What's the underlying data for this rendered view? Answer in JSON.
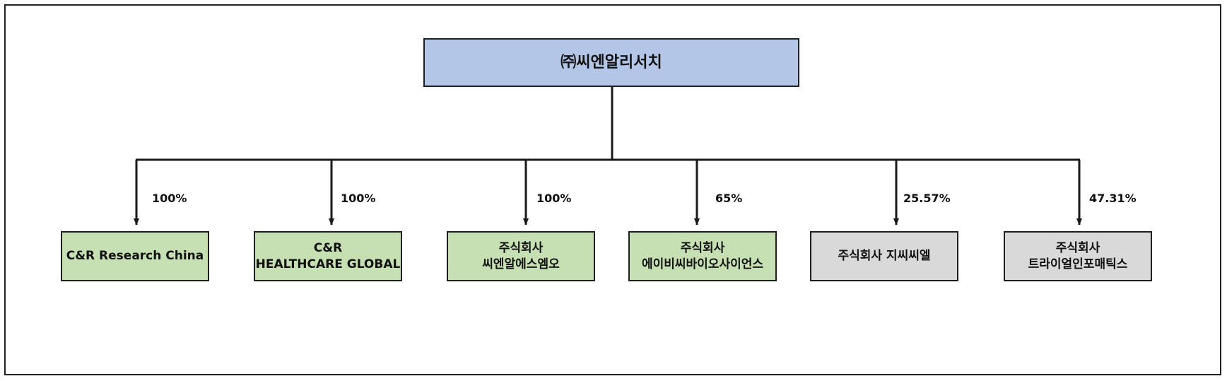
{
  "colors": {
    "root_fill": "#b4c6e7",
    "subsidiary_fill": "#c6e0b4",
    "affiliate_fill": "#d9d9d9",
    "line": "#1a1a1a"
  },
  "root": {
    "label": "㈜씨엔알리서치"
  },
  "subsidiaries": [
    {
      "lines": [
        "C&R Research China"
      ],
      "ownership": "100%",
      "kind": "subsidiary"
    },
    {
      "lines": [
        "C&R",
        "HEALTHCARE GLOBAL"
      ],
      "ownership": "100%",
      "kind": "subsidiary"
    },
    {
      "lines": [
        "주식회사",
        "씨엔알에스엠오"
      ],
      "ownership": "100%",
      "kind": "subsidiary"
    },
    {
      "lines": [
        "주식회사",
        "에이비씨바이오사이언스"
      ],
      "ownership": "65%",
      "kind": "subsidiary"
    },
    {
      "lines": [
        "주식회사 지씨씨엘"
      ],
      "ownership": "25.57%",
      "kind": "affiliate"
    },
    {
      "lines": [
        "주식회사",
        "트라이얼인포매틱스"
      ],
      "ownership": "47.31%",
      "kind": "affiliate"
    }
  ]
}
